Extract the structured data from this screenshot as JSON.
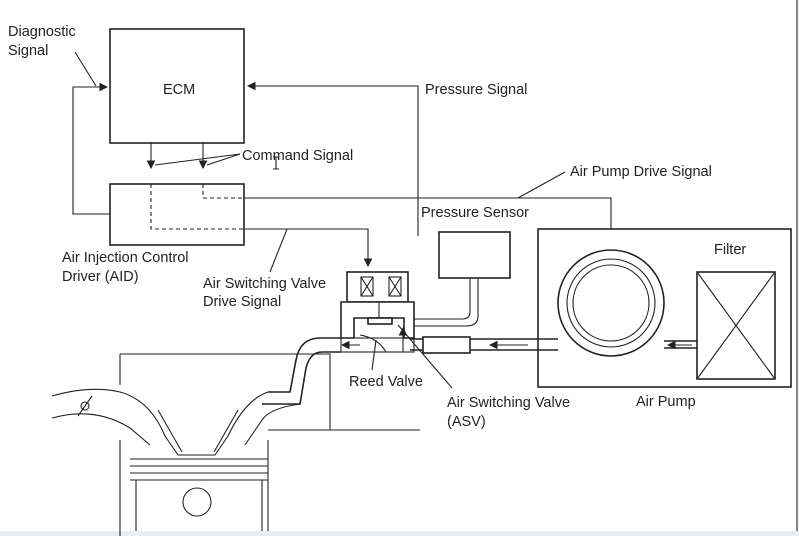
{
  "labels": {
    "diagnostic_signal_1": "Diagnostic",
    "diagnostic_signal_2": "Signal",
    "ecm": "ECM",
    "pressure_signal": "Pressure Signal",
    "command_signal": "Command Signal",
    "air_pump_drive_signal": "Air Pump Drive Signal",
    "pressure_sensor": "Pressure Sensor",
    "filter": "Filter",
    "aid_1": "Air Injection Control",
    "aid_2": "Driver (AID)",
    "asv_drive_1": "Air Switching Valve",
    "asv_drive_2": "Drive Signal",
    "reed_valve": "Reed Valve",
    "asv_1": "Air Switching Valve",
    "asv_2": "(ASV)",
    "air_pump": "Air Pump"
  },
  "colors": {
    "line": "#222222",
    "background": "#ffffff",
    "bottom_strip": "#e6eef6"
  }
}
